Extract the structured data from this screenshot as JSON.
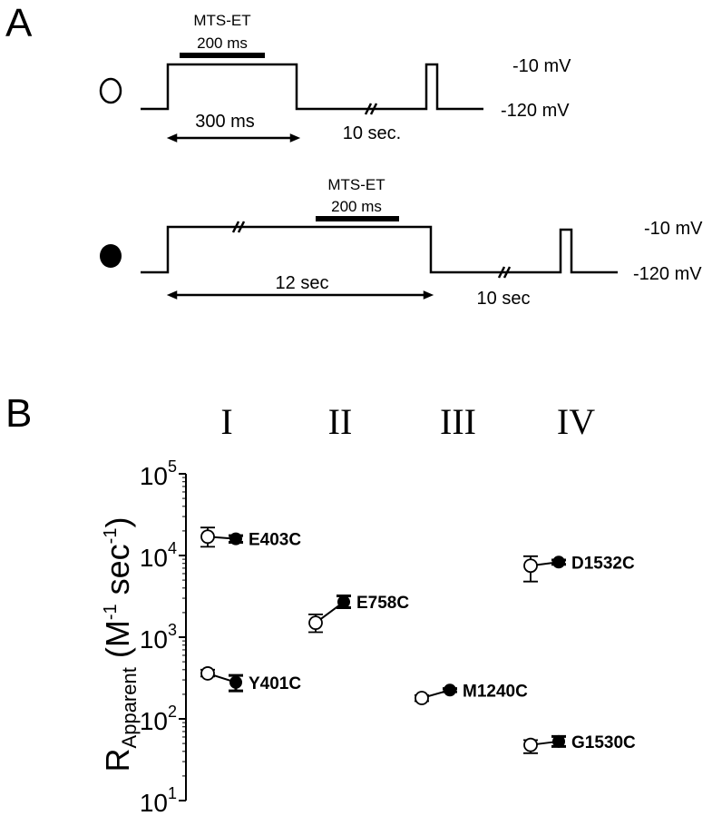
{
  "panel_a": {
    "label": "A",
    "protocol_open": {
      "drug": "MTS-ET",
      "drug_duration": "200 ms",
      "step_duration": "300 ms",
      "interval": "10 sec.",
      "v_high": "-10 mV",
      "v_low": "-120 mV"
    },
    "protocol_filled": {
      "drug": "MTS-ET",
      "drug_duration": "200 ms",
      "step_duration": "12 sec",
      "interval": "10 sec",
      "v_high": "-10 mV",
      "v_low": "-120 mV"
    }
  },
  "panel_b": {
    "label": "B",
    "domains": [
      "I",
      "II",
      "III",
      "IV"
    ]
  },
  "chart_data": {
    "type": "scatter",
    "yscale": "log",
    "ylim": [
      10,
      100000
    ],
    "ylabel": {
      "main": "R",
      "sub": "Apparent",
      "unit_open": " (M",
      "exp1": "-1",
      "unit_mid": " sec",
      "exp2": "-1",
      "unit_close": ")"
    },
    "yticks": [
      {
        "base": "10",
        "exp": "1"
      },
      {
        "base": "10",
        "exp": "2"
      },
      {
        "base": "10",
        "exp": "3"
      },
      {
        "base": "10",
        "exp": "4"
      },
      {
        "base": "10",
        "exp": "5"
      }
    ],
    "series": [
      {
        "name": "open (300 ms)",
        "fill": "open"
      },
      {
        "name": "filled (12 sec)",
        "fill": "filled"
      }
    ],
    "points": [
      {
        "mutant": "E403C",
        "domain": "I",
        "open": 17000,
        "open_err": [
          12800,
          22000
        ],
        "filled": 16000,
        "filled_err": [
          14500,
          17500
        ]
      },
      {
        "mutant": "Y401C",
        "domain": "I",
        "open": 360,
        "open_err": [
          330,
          400
        ],
        "filled": 280,
        "filled_err": [
          220,
          340
        ]
      },
      {
        "mutant": "E758C",
        "domain": "II",
        "open": 1500,
        "open_err": [
          1150,
          1900
        ],
        "filled": 2700,
        "filled_err": [
          2300,
          3200
        ]
      },
      {
        "mutant": "M1240C",
        "domain": "III",
        "open": 180,
        "open_err": [
          165,
          195
        ],
        "filled": 225,
        "filled_err": [
          215,
          235
        ]
      },
      {
        "mutant": "D1532C",
        "domain": "IV",
        "open": 7500,
        "open_err": [
          4800,
          9800
        ],
        "filled": 8300,
        "filled_err": [
          7800,
          8800
        ]
      },
      {
        "mutant": "G1530C",
        "domain": "IV",
        "open": 48,
        "open_err": [
          38,
          55
        ],
        "filled": 53,
        "filled_err": [
          46,
          61
        ]
      }
    ]
  }
}
